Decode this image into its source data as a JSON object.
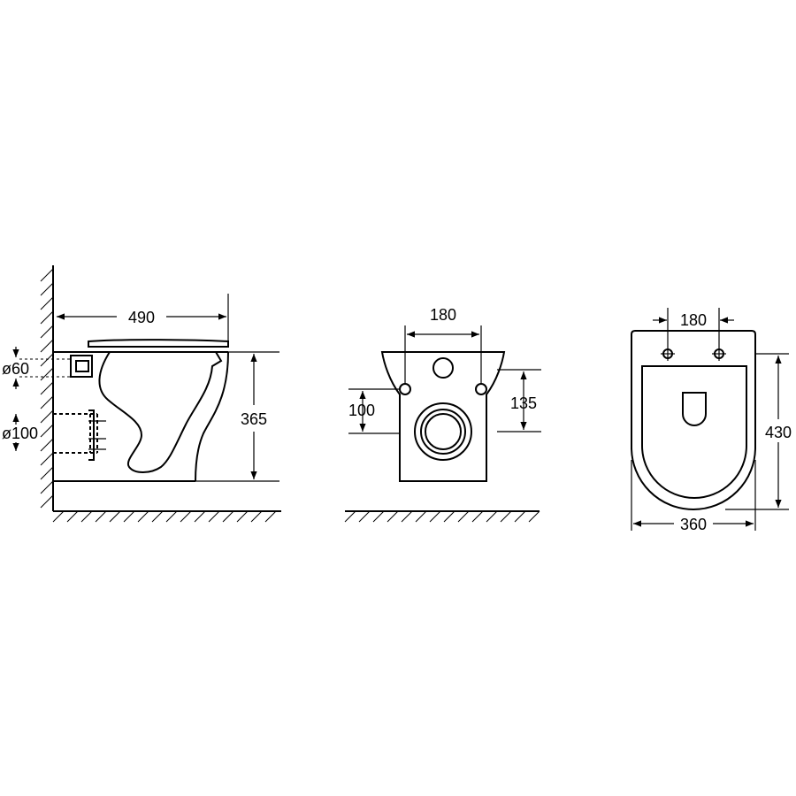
{
  "dimensions": {
    "side_depth": "490",
    "side_height": "365",
    "water_inlet": "ø60",
    "waste_outlet": "ø100",
    "rear_bolt_spacing": "180",
    "rear_bolt_height": "100",
    "rear_outlet_height": "135",
    "top_bolt_spacing": "180",
    "top_length": "430",
    "top_width": "360"
  }
}
